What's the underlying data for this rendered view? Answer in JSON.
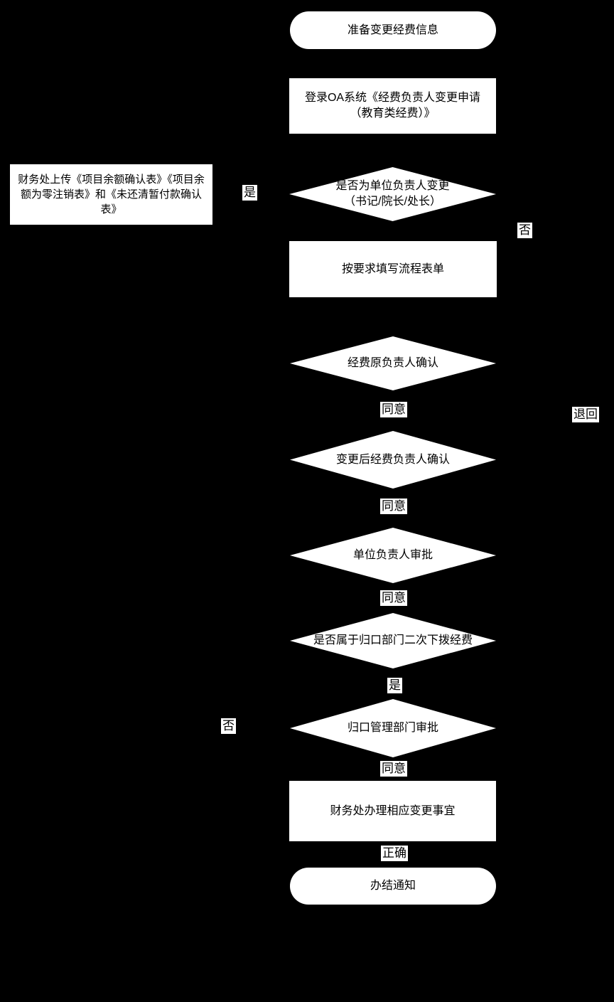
{
  "diagram": {
    "type": "flowchart",
    "background_color": "#000000",
    "shape_fill_color": "#ffffff",
    "text_color": "#000000",
    "nodes": [
      {
        "id": "start",
        "type": "terminator-stadium",
        "text": "准备变更经费信息"
      },
      {
        "id": "login-oa",
        "type": "process-rect",
        "text": "登录OA系统《经费负责人变更申请（教育类经费）》"
      },
      {
        "id": "decision-unit-leader-change",
        "type": "decision-diamond",
        "text": "是否为单位负责人变更（书记/院长/处长）"
      },
      {
        "id": "finance-upload-forms",
        "type": "process-rect",
        "text": "财务处上传《项目余额确认表》《项目余额为零注销表》和《未还清暂付款确认表》"
      },
      {
        "id": "fill-process-form",
        "type": "process-rect",
        "text": "按要求填写流程表单"
      },
      {
        "id": "decision-original-owner-confirm",
        "type": "decision-diamond",
        "text": "经费原负责人确认"
      },
      {
        "id": "decision-new-owner-confirm",
        "type": "decision-diamond",
        "text": "变更后经费负责人确认"
      },
      {
        "id": "decision-unit-leader-approve",
        "type": "decision-diamond",
        "text": "单位负责人审批"
      },
      {
        "id": "decision-secondary-allocation",
        "type": "decision-diamond",
        "text": "是否属于归口部门二次下拨经费"
      },
      {
        "id": "decision-centralized-dept-approve",
        "type": "decision-diamond",
        "text": "归口管理部门审批"
      },
      {
        "id": "finance-handle-change",
        "type": "process-rect",
        "text": "财务处办理相应变更事宜"
      },
      {
        "id": "end-notice",
        "type": "terminator-stadium",
        "text": "办结通知"
      }
    ],
    "edge_labels": [
      {
        "id": "yes-unit-leader-change",
        "text": "是"
      },
      {
        "id": "no-unit-leader-change",
        "text": "否"
      },
      {
        "id": "agree-original-owner",
        "text": "同意"
      },
      {
        "id": "return-original-owner",
        "text": "退回"
      },
      {
        "id": "agree-new-owner",
        "text": "同意"
      },
      {
        "id": "agree-unit-leader",
        "text": "同意"
      },
      {
        "id": "yes-secondary-allocation",
        "text": "是"
      },
      {
        "id": "no-secondary-allocation",
        "text": "否"
      },
      {
        "id": "agree-centralized-dept",
        "text": "同意"
      },
      {
        "id": "correct-finance-handle",
        "text": "正确"
      }
    ]
  }
}
